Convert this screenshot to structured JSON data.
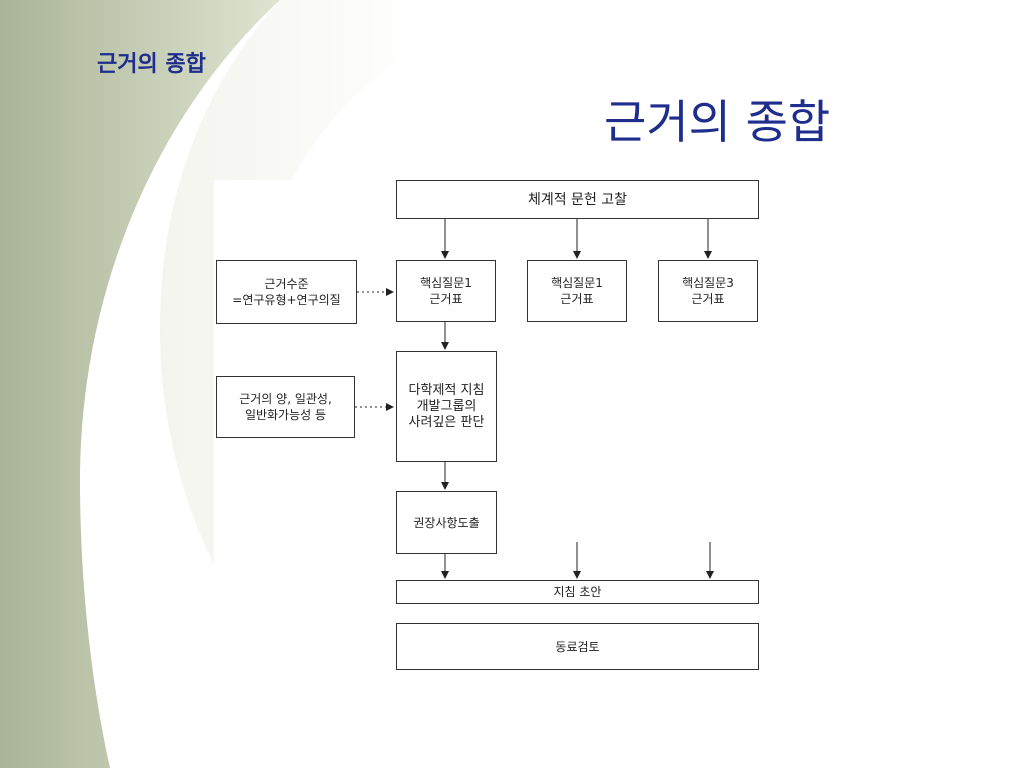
{
  "slide": {
    "small_title": "근거의 종합",
    "title": "근거의 종합"
  },
  "diagram": {
    "systematic_review": "체계적 문헌 고찰",
    "evidence_level": "근거수준\n=연구유형+연구의질",
    "key_q1_table": "핵심질문1\n근거표",
    "key_q1b_table": "핵심질문1\n근거표",
    "key_q3_table": "핵심질문3\n근거표",
    "evidence_factors": "근거의 양, 일관성,\n일반화가능성 등",
    "group_judgment": "다학제적 지침\n개발그룹의\n사려깊은 판단",
    "recommendation": "권장사항도출",
    "draft_guideline": "지침 초안",
    "peer_review": "동료검토"
  },
  "colors": {
    "title": "#1f2d8c",
    "swoosh_green": "#b9c2a3",
    "line": "#222222"
  }
}
